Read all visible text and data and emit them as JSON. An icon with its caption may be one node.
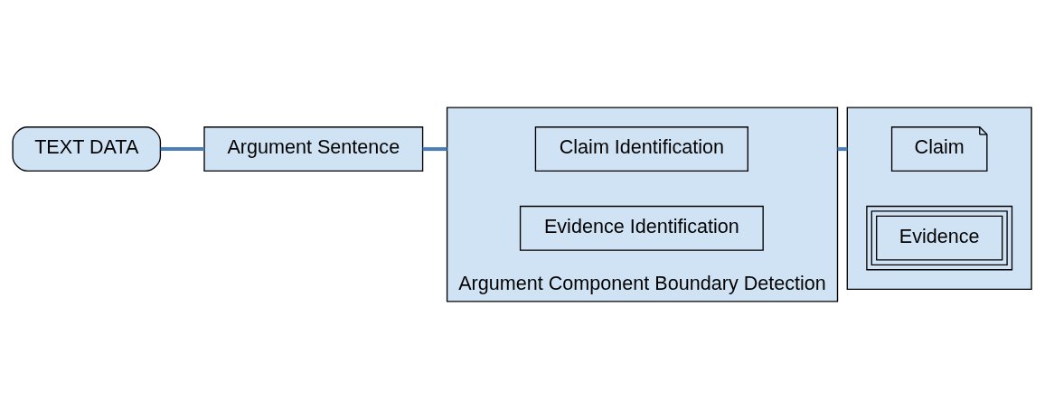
{
  "diagram": {
    "nodes": [
      {
        "text": [
          "TEXT DATA"
        ]
      },
      {
        "text": [
          "Argument Sentence"
        ]
      },
      {
        "text": [
          "Argument Component Boundary Detection"
        ]
      },
      {
        "text": [
          "Claim Identification"
        ],
        "in": 2
      },
      {
        "text": [
          "Evidence Identification"
        ],
        "in": 2
      },
      {
        "text": [],
        "shape": "box"
      },
      {
        "text": [
          "Claim"
        ],
        "in": 5
      },
      {
        "text": [
          "Evidence"
        ],
        "in": 5
      }
    ],
    "edges": [
      {
        "from": 0,
        "to": 1,
        "arrow": "none"
      },
      {
        "from": 1,
        "to": 2,
        "arrow": "none"
      },
      {
        "from": 2,
        "to": 5,
        "arrow": "none"
      }
    ]
  }
}
